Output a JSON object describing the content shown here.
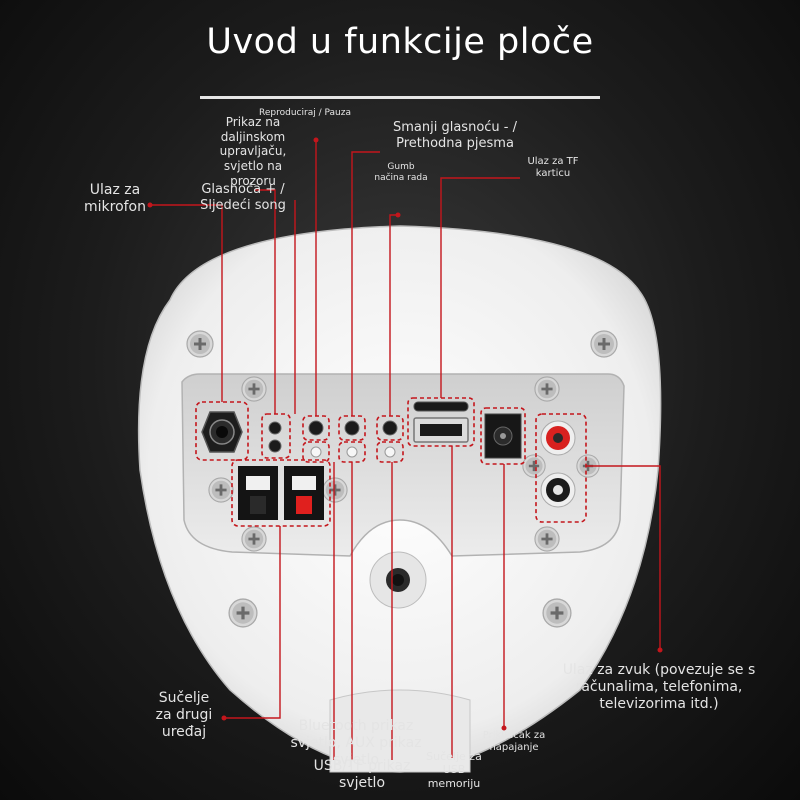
{
  "title": "Uvod u funkcije ploče",
  "colors": {
    "line": "#c4161c",
    "housing": "#f4f4f4",
    "panel": "#e2e2e2",
    "port_black": "#1a1a1a",
    "jack_red": "#d8211f",
    "background": "#202020"
  },
  "labels": {
    "mic_input": "Ulaz za mikrofon",
    "remote_indicator": "Prikaz na daljinskom upravljaču, svjetlo na prozoru",
    "play_pause": "Reproduciraj / Pauza",
    "volume_up_next": "Glasnoća + / Sljedeći song",
    "volume_down_prev": "Smanji glasnoću - / Prethodna pjesma",
    "mode_button": "Gumb načina rada",
    "tf_input": "Ulaz za TF karticu",
    "second_device": "Sučelje za drugi uređaj",
    "bluetooth_aux": "Bluetooth prikaz svjetlo, AUX prikaz svjetlo",
    "usb_tf_light": "USB/TF prikaz svjetlo",
    "usb_interface": "Sučelje za USB memoriju",
    "power_connector": "Priključak za napajanje",
    "audio_input": "Ulaz za zvuk (povezuje se s računalima, telefonima, televizorima itd.)"
  }
}
